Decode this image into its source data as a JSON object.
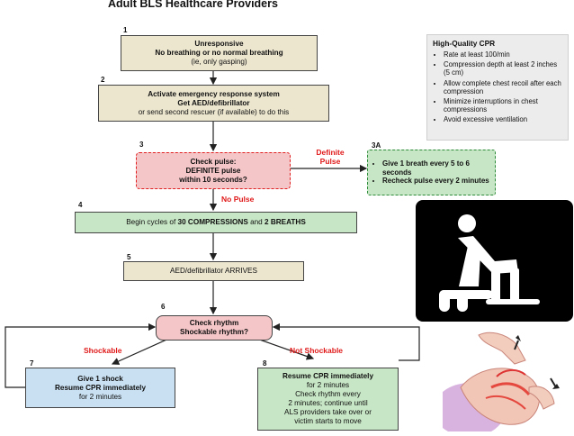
{
  "title": "Adult BLS Healthcare Providers",
  "steps": {
    "s1": {
      "num": "1",
      "l1": "Unresponsive",
      "l2": "No breathing or no normal breathing",
      "l3": "(ie, only gasping)"
    },
    "s2": {
      "num": "2",
      "l1": "Activate emergency response system",
      "l2": "Get AED/defibrillator",
      "l3": "or send second rescuer (if available) to do this"
    },
    "s3": {
      "num": "3",
      "l1": "Check pulse:",
      "l2": "DEFINITE pulse",
      "l3": "within 10 seconds?"
    },
    "s3a": {
      "num": "3A",
      "items": [
        "Give 1 breath every 5 to 6 seconds",
        "Recheck pulse every 2 minutes"
      ]
    },
    "s4": {
      "num": "4",
      "pre": "Begin cycles of ",
      "bold1": "30 COMPRESSIONS",
      "mid": " and ",
      "bold2": "2 BREATHS"
    },
    "s5": {
      "num": "5",
      "text": "AED/defibrillator ARRIVES"
    },
    "s6": {
      "num": "6",
      "l1": "Check rhythm",
      "l2": "Shockable rhythm?"
    },
    "s7": {
      "num": "7",
      "l1": "Give 1 shock",
      "l2": "Resume CPR immediately",
      "l3": "for 2 minutes"
    },
    "s8": {
      "num": "8",
      "l1": "Resume CPR immediately",
      "l2": "for 2 minutes",
      "l3": "Check rhythm every",
      "l4": "2 minutes; continue until",
      "l5": "ALS providers take over or",
      "l6": "victim starts to move"
    }
  },
  "labels": {
    "definite_pulse_1": "Definite",
    "definite_pulse_2": "Pulse",
    "no_pulse": "No Pulse",
    "shockable": "Shockable",
    "not_shockable": "Not Shockable"
  },
  "high_quality_cpr": {
    "title": "High-Quality CPR",
    "items": [
      "Rate at least 100/min",
      "Compression depth at least 2 inches (5 cm)",
      "Allow complete chest recoil after each compression",
      "Minimize interruptions in chest compressions",
      "Avoid excessive ventilation"
    ]
  },
  "icons": [
    "cpr-pictogram-icon",
    "head-tilt-illustration"
  ],
  "colors": {
    "tan": "#ece6cf",
    "pink": "#f5c6c8",
    "green": "#c7e6c5",
    "blue": "#c8e0f2",
    "red_label": "#e01a1a"
  }
}
